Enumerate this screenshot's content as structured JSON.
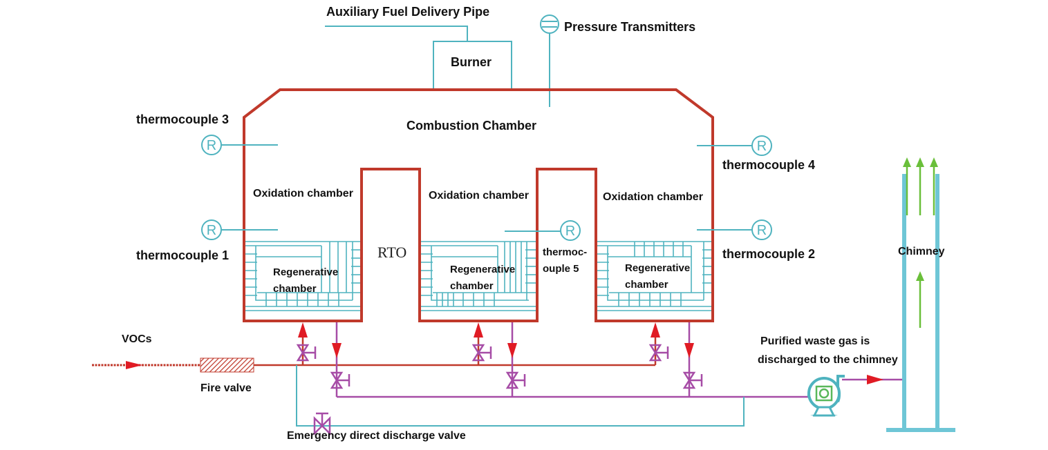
{
  "colors": {
    "chamber_wall": "#c0392b",
    "pipe_inlet": "#c0392b",
    "pipe_outlet": "#a64ca6",
    "instrument": "#4fb3bf",
    "chimney": "#6ec6d6",
    "fan": "#59b85a",
    "chimney_arrow": "#6abf3a",
    "flow_arrow": "#e01b24"
  },
  "labels": {
    "aux_fuel_pipe": "Auxiliary Fuel Delivery Pipe",
    "pressure_transmitters": "Pressure Transmitters",
    "burner": "Burner",
    "combustion_chamber": "Combustion Chamber",
    "thermocouple_3": "thermocouple 3",
    "thermocouple_4": "thermocouple 4",
    "thermocouple_1": "thermocouple 1",
    "thermocouple_2": "thermocouple 2",
    "thermocouple_5_line1": "thermoc-",
    "thermocouple_5_line2": "ouple 5",
    "oxidation_chamber_left": "Oxidation chamber",
    "oxidation_chamber_middle": "Oxidation chamber",
    "oxidation_chamber_right": "Oxidation chamber",
    "rto": "RTO",
    "regen_left_line1": "Regenerative",
    "regen_left_line2": "chamber",
    "regen_middle_line1": "Regenerative",
    "regen_middle_line2": "chamber",
    "regen_right_line1": "Regenerative",
    "regen_right_line2": "chamber",
    "vocs": "VOCs",
    "fire_valve": "Fire valve",
    "emergency_valve": "Emergency direct discharge valve",
    "purified_line1": "Purified waste gas is",
    "purified_line2": "discharged to the chimney",
    "chimney": "Chimney",
    "thermocouple_symbol": "R"
  }
}
